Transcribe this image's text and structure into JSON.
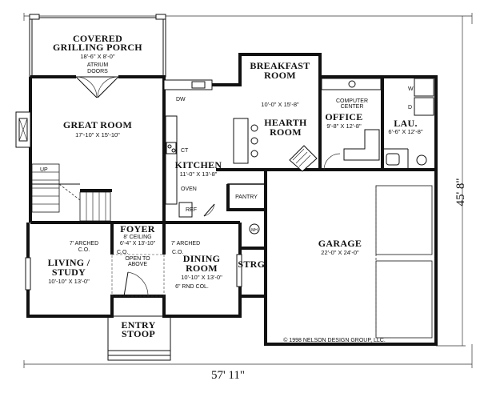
{
  "labels": {
    "porch": "COVERED",
    "porch_2": "GRILLING PORCH",
    "porch_dim": "18'-6\" X 8'-0\"",
    "atrium": "ATRIUM",
    "atrium_2": "DOORS",
    "breakfast": "BREAKFAST",
    "breakfast_2": "ROOM",
    "breakfast_dim": "10'-0\" X 15'-8\"",
    "great_room": "GREAT ROOM",
    "great_room_dim": "17'-10\" X 15'-10\"",
    "hearth": "HEARTH",
    "hearth_2": "ROOM",
    "computer": "COMPUTER",
    "computer_2": "CENTER",
    "office": "OFFICE",
    "office_dim": "9'-8\" X 12'-8\"",
    "lau": "LAU.",
    "lau_dim": "6'-6\" X 12'-8\"",
    "kitchen": "KITCHEN",
    "kitchen_dim": "11'-0\" X 13'-8\"",
    "pantry": "PANTRY",
    "dw": "DW",
    "ct": "CT",
    "oven": "OVEN",
    "ref": "REF",
    "up": "UP",
    "w": "W",
    "d": "D",
    "mh": "MH",
    "foyer": "FOYER",
    "foyer_2": "8' CEILING",
    "foyer_dim": "6'-4\" X 13'-10\"",
    "open_to": "OPEN TO",
    "open_to_2": "ABOVE",
    "arched_left": "7' ARCHED",
    "arched_left_2": "C.O.",
    "arched_right": "7' ARCHED",
    "arched_right_2": "C.O.",
    "arched_right_3": "C.O.",
    "living": "LIVING /",
    "living_2": "STUDY",
    "living_dim": "10'-10\" X 13'-0\"",
    "dining": "DINING",
    "dining_2": "ROOM",
    "dining_dim": "10'-10\" X 13'-0\"",
    "rnd_col": "6\" RND COL.",
    "strg": "STRG.",
    "garage": "GARAGE",
    "garage_dim": "22'-0\" X 24'-0\"",
    "entry": "ENTRY",
    "entry_2": "STOOP",
    "copyright": "© 1998 NELSON DESIGN GROUP, LLC.",
    "overall_width": "57' 11\"",
    "overall_depth": "45' 8\""
  }
}
